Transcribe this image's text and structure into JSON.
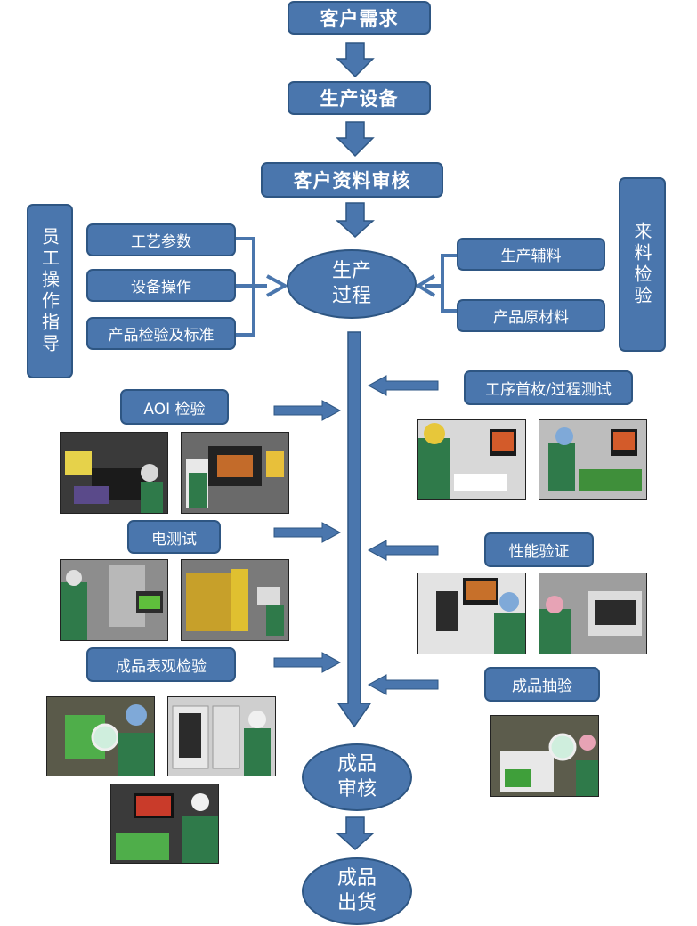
{
  "main_flow": {
    "customer_demand": "客户需求",
    "production_equipment": "生产设备",
    "customer_data_review": "客户资料审核",
    "production_process": "生产\n过程",
    "finished_review": "成品\n审核",
    "finished_shipment": "成品\n出货"
  },
  "left_side": {
    "staff_guidance": "员工操作指导",
    "items": [
      "工艺参数",
      "设备操作",
      "产品检验及标准"
    ]
  },
  "right_side": {
    "incoming_inspection": "来料检验",
    "items": [
      "生产辅料",
      "产品原材料"
    ]
  },
  "left_checks": [
    "AOI 检验",
    "电测试",
    "成品表观检验"
  ],
  "right_checks": [
    "工序首枚/过程测试",
    "性能验证",
    "成品抽验"
  ],
  "colors": {
    "box_fill": "#4a76ad",
    "box_border": "#2e5683",
    "text": "#ffffff"
  }
}
